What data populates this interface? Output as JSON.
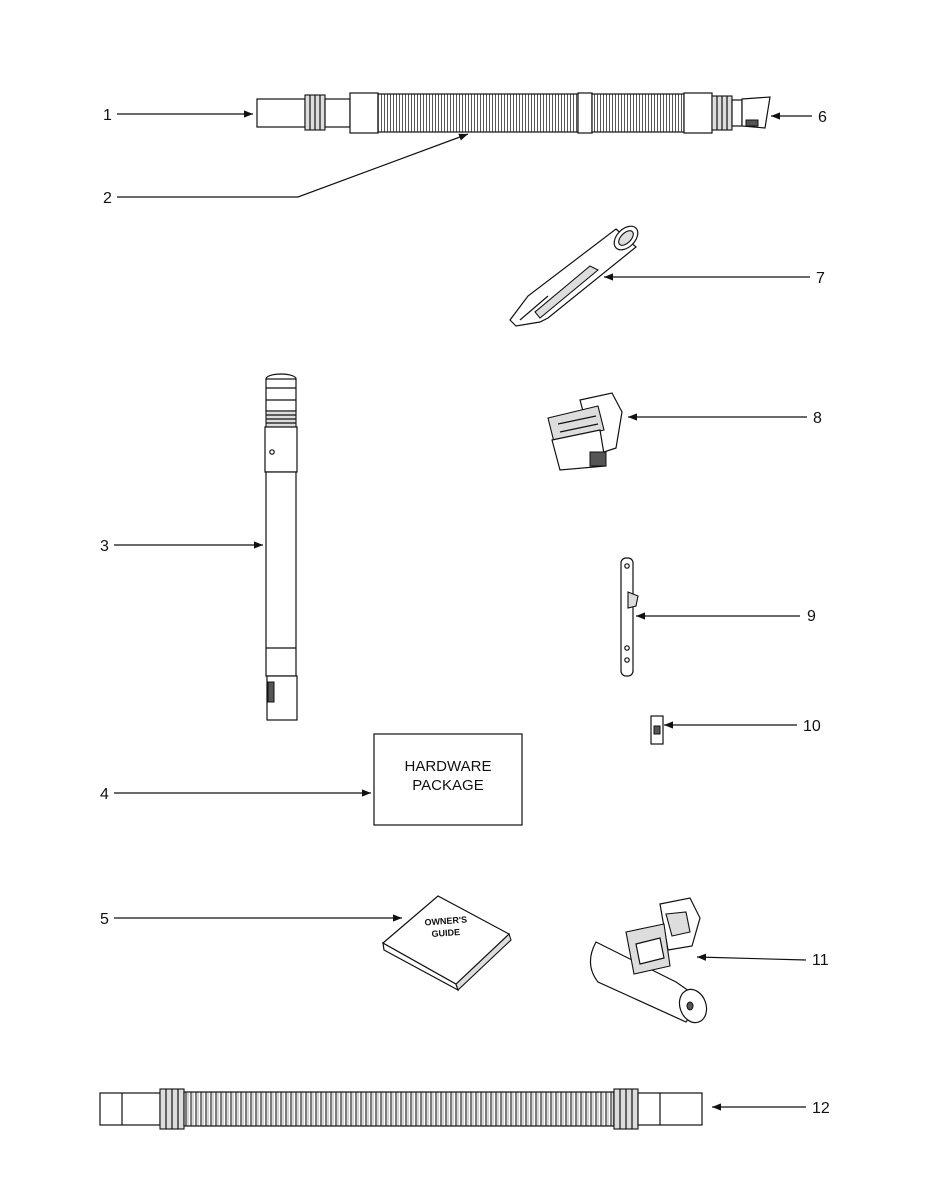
{
  "callouts": {
    "c1": "1",
    "c2": "2",
    "c3": "3",
    "c4": "4",
    "c5": "5",
    "c6": "6",
    "c7": "7",
    "c8": "8",
    "c9": "9",
    "c10": "10",
    "c11": "11",
    "c12": "12"
  },
  "hardware_box": {
    "line1": "HARDWARE",
    "line2": "PACKAGE"
  },
  "owners_guide": {
    "line1": "OWNER'S",
    "line2": "GUIDE"
  }
}
